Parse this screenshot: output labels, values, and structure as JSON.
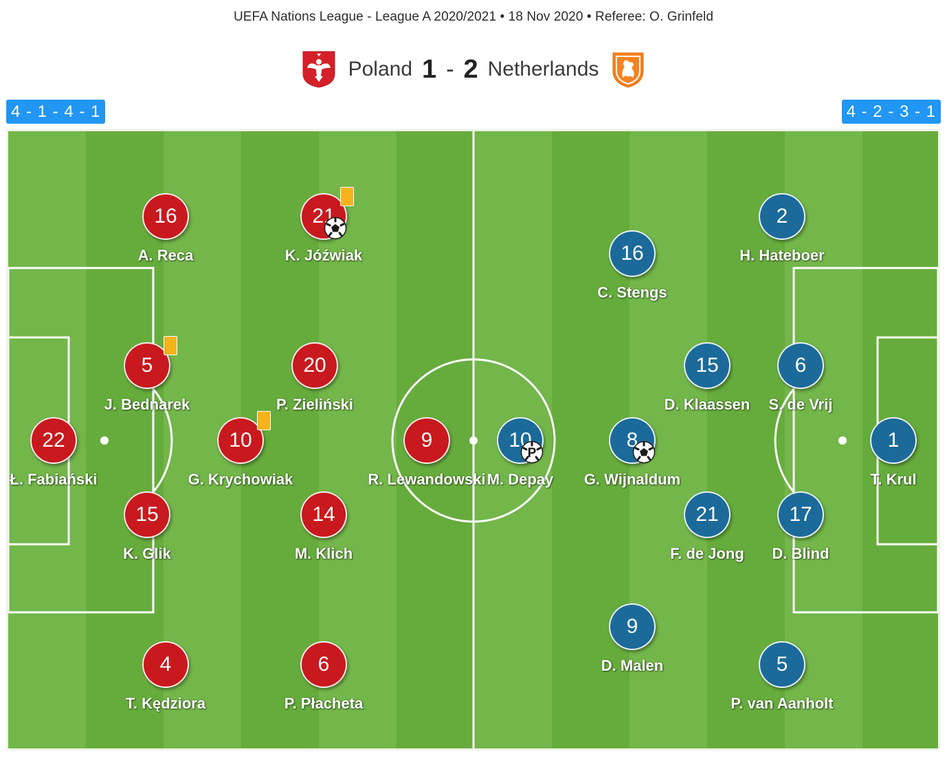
{
  "match": {
    "info": "UEFA Nations League - League A 2020/2021 • 18 Nov 2020 • Referee: O. Grinfeld",
    "home_team": "Poland",
    "away_team": "Netherlands",
    "home_score": "1",
    "away_score": "2",
    "separator": "-"
  },
  "formations": {
    "home": "4 - 1 - 4 - 1",
    "away": "4 - 2 - 3 - 1"
  },
  "colors": {
    "home_disc": "#c8191e",
    "away_disc": "#1b6a9a",
    "formation_badge": "#2196f3",
    "yellow_card": "#f4b21c"
  },
  "players": {
    "home": [
      {
        "number": "22",
        "name": "Ł. Fabiański"
      },
      {
        "number": "16",
        "name": "A. Reca"
      },
      {
        "number": "5",
        "name": "J. Bednarek"
      },
      {
        "number": "15",
        "name": "K. Glik"
      },
      {
        "number": "4",
        "name": "T. Kędziora"
      },
      {
        "number": "10",
        "name": "G. Krychowiak"
      },
      {
        "number": "21",
        "name": "K. Jóźwiak"
      },
      {
        "number": "20",
        "name": "P. Zieliński"
      },
      {
        "number": "14",
        "name": "M. Klich"
      },
      {
        "number": "6",
        "name": "P. Płacheta"
      },
      {
        "number": "9",
        "name": "R. Lewandowski"
      }
    ],
    "away": [
      {
        "number": "1",
        "name": "T. Krul"
      },
      {
        "number": "2",
        "name": "H. Hateboer"
      },
      {
        "number": "6",
        "name": "S. de Vrij"
      },
      {
        "number": "17",
        "name": "D. Blind"
      },
      {
        "number": "5",
        "name": "P. van Aanholt"
      },
      {
        "number": "15",
        "name": "D. Klaassen"
      },
      {
        "number": "21",
        "name": "F. de Jong"
      },
      {
        "number": "16",
        "name": "C. Stengs"
      },
      {
        "number": "8",
        "name": "G. Wijnaldum"
      },
      {
        "number": "9",
        "name": "D. Malen"
      },
      {
        "number": "10",
        "name": "M. Depay"
      }
    ]
  },
  "events": {
    "goal_icon": "soccer-ball-icon",
    "penalty_goal_icon": "penalty-goal-icon",
    "yellow_card_icon": "yellow-card-icon",
    "penalty_letter": "P"
  }
}
